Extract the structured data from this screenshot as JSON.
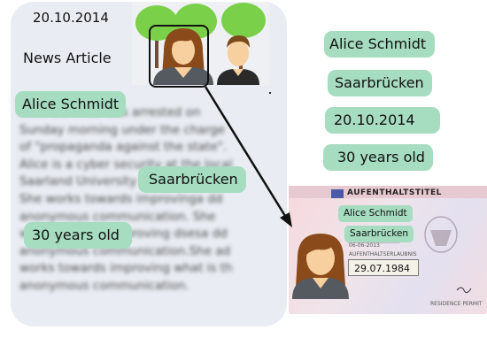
{
  "article": {
    "date": "20.10.2014",
    "heading": "News Article",
    "body_lines": [
      "Alice Schmidt was arrested on",
      "Sunday  morning under the charge",
      "of  \"propaganda against the state\".",
      "Alice is a cyber security at the local",
      "Saarland University Saarbrücken",
      "She works towards improvinga dd",
      "anonymous communication. She",
      "works towards improving dsesa dd",
      "anonymous communication.She ad",
      "works towards improving what is th",
      "anonymous communication."
    ],
    "tags": {
      "name": "Alice Schmidt",
      "city": "Saarbrücken",
      "age": "30 years old"
    }
  },
  "summary_tags": [
    "Alice Schmidt",
    "Saarbrücken",
    "20.10.2014",
    "30 years old"
  ],
  "permit": {
    "title": "AUFENTHALTSTITEL",
    "name_tag": "Alice Schmidt",
    "city_tag": "Saarbrücken",
    "date_box": "29.07.1984",
    "small_date": "06-06-2013",
    "holder_text": "AUFENTHALTSERLAUBNIS",
    "footer": "RESIDENCE PERMIT"
  },
  "colors": {
    "tag_fill": "#a6dcc0",
    "card_bg": "#e9edf3",
    "arrow": "#111111"
  }
}
